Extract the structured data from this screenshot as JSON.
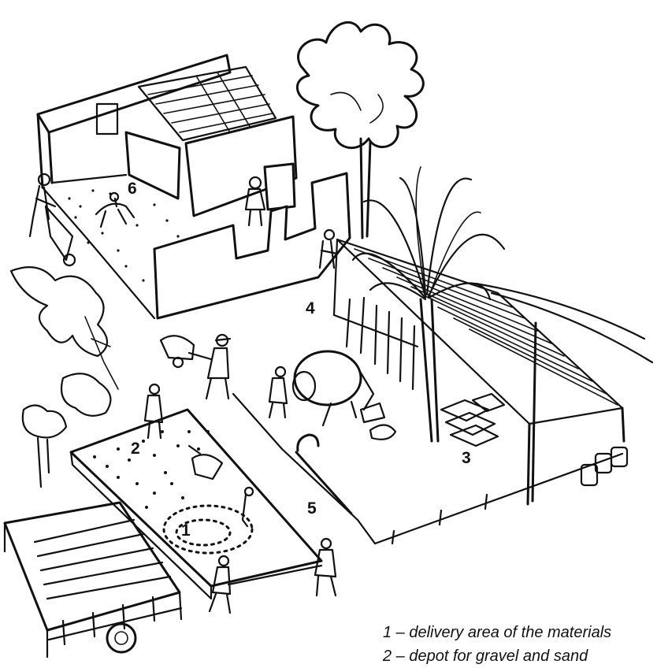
{
  "markers": {
    "n1": "1",
    "n2": "2",
    "n3": "3",
    "n4": "4",
    "n5": "5",
    "n6": "6"
  },
  "legend": [
    "1 – delivery area of the materials",
    "2 – depot for gravel and sand"
  ]
}
